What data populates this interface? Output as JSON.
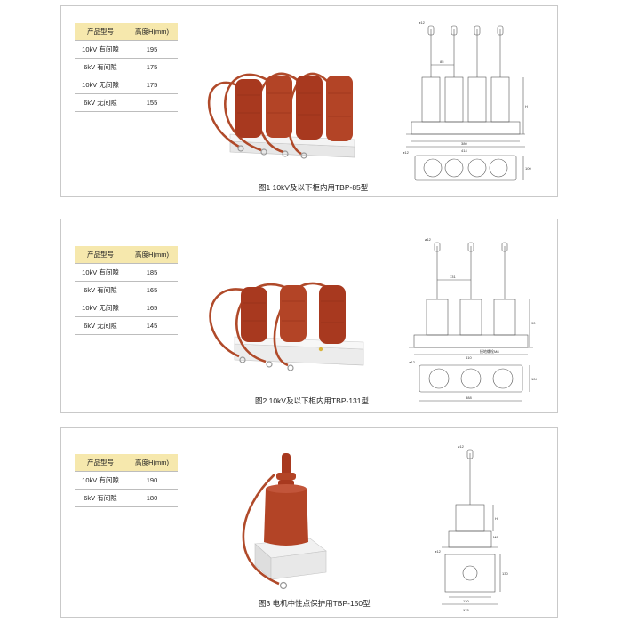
{
  "panels": [
    {
      "caption": "图1  10kV及以下柜内用TBP-85型",
      "table": {
        "headers": [
          "产品型号",
          "高度H(mm)"
        ],
        "rows": [
          [
            "10kV 有间隙",
            "195"
          ],
          [
            "6kV 有间隙",
            "175"
          ],
          [
            "10kV 无间隙",
            "175"
          ],
          [
            "6kV 无间隙",
            "155"
          ]
        ]
      },
      "drawing": {
        "top_dims": [
          "ø12",
          "85"
        ],
        "side_dim": "H",
        "base_dims": [
          "380",
          "414"
        ],
        "plan_dims": [
          "ø12",
          "100"
        ]
      }
    },
    {
      "caption": "图2  10kV及以下柜内用TBP-131型",
      "table": {
        "headers": [
          "产品型号",
          "高度H(mm)"
        ],
        "rows": [
          [
            "10kV 有间隙",
            "185"
          ],
          [
            "6kV 有间隙",
            "165"
          ],
          [
            "10kV 无间隙",
            "165"
          ],
          [
            "6kV 无间隙",
            "145"
          ]
        ]
      },
      "drawing": {
        "top_dims": [
          "ø12",
          "131"
        ],
        "side_dim": "90",
        "note": "接地螺栓M8",
        "base_dims": [
          "410"
        ],
        "plan_dims": [
          "ø12",
          "104",
          "388"
        ]
      }
    },
    {
      "caption": "图3  电机中性点保护用TBP-150型",
      "table": {
        "headers": [
          "产品型号",
          "高度H(mm)"
        ],
        "rows": [
          [
            "10kV 有间隙",
            "190"
          ],
          [
            "6kV 有间隙",
            "180"
          ]
        ]
      },
      "drawing": {
        "top_dims": [
          "ø12"
        ],
        "side_dim": "H",
        "note": "M8",
        "plan_dims": [
          "ø12",
          "130",
          "170"
        ]
      }
    }
  ]
}
